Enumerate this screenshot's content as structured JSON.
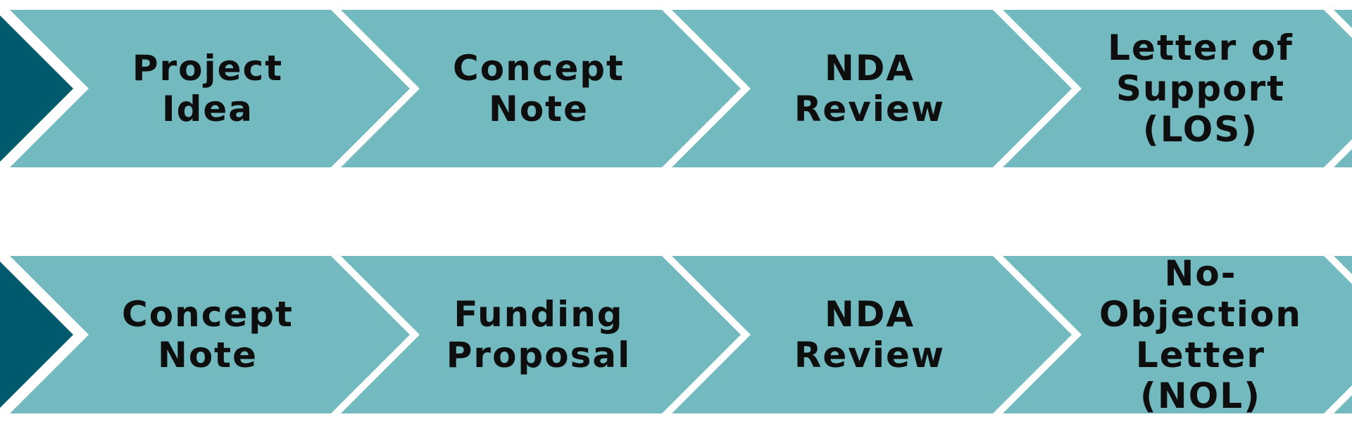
{
  "colors": {
    "chevron_fill": "#72babf",
    "start_marker": "#005a6e",
    "separator": "#ffffff",
    "text": "#0e0e0e"
  },
  "rows": [
    {
      "steps": [
        {
          "label": "Project\nIdea"
        },
        {
          "label": "Concept\nNote"
        },
        {
          "label": "NDA\nReview"
        },
        {
          "label": "Letter of\nSupport\n(LOS)"
        }
      ]
    },
    {
      "steps": [
        {
          "label": "Concept\nNote"
        },
        {
          "label": "Funding\nProposal"
        },
        {
          "label": "NDA\nReview"
        },
        {
          "label": "No-\nObjection\nLetter (NOL)"
        }
      ]
    }
  ]
}
